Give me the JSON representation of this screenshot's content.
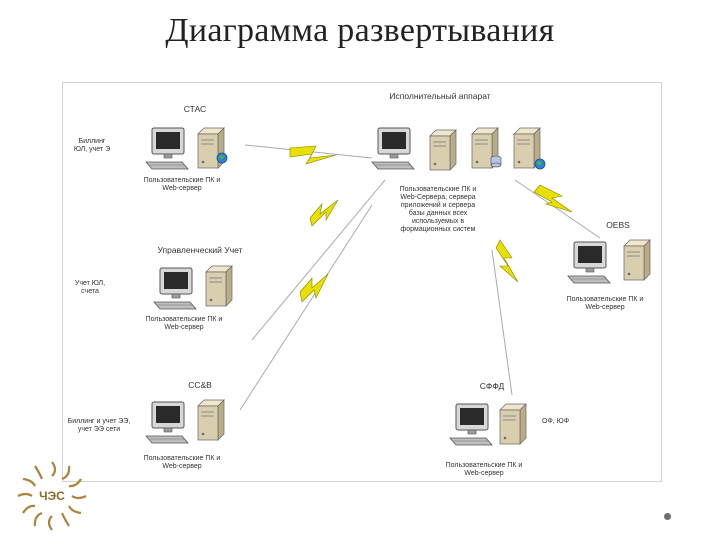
{
  "title": "Диаграмма развертывания",
  "nodes": {
    "stas": {
      "header": "СТАС",
      "side_label": "Биллинг ЮЛ, учет Э",
      "caption": "Пользовательские ПК и Web-сервер"
    },
    "center": {
      "header": "Исполнительный аппарат",
      "caption": "Пользовательские ПК и Web-Сервера, сервера приложений и сервера базы данных всех используемых в формационных систем"
    },
    "oebs": {
      "header": "OEBS",
      "caption": "Пользовательские ПК и Web-сервер"
    },
    "ucheti": {
      "header": "Управленческий Учет",
      "side_label": "Учет ЮЛ, счета",
      "caption": "Пользовательские ПК и Web-сервер"
    },
    "ssv": {
      "header": "СС&В",
      "side_label": "Биллинг и учет ЭЭ, учет ЭЭ сети",
      "caption": "Пользовательские ПК и Web-сервер"
    },
    "sffd": {
      "header": "СФФД",
      "side_label": "ОФ, ЮФ",
      "caption": "Пользовательские ПК и Web-сервер"
    }
  },
  "logo": {
    "text": "ЧЭС",
    "icon": "sun-logo-icon"
  },
  "colors": {
    "bolt": "#e8e000",
    "link": "#aaaaaa",
    "beige": "#d9cfae"
  }
}
